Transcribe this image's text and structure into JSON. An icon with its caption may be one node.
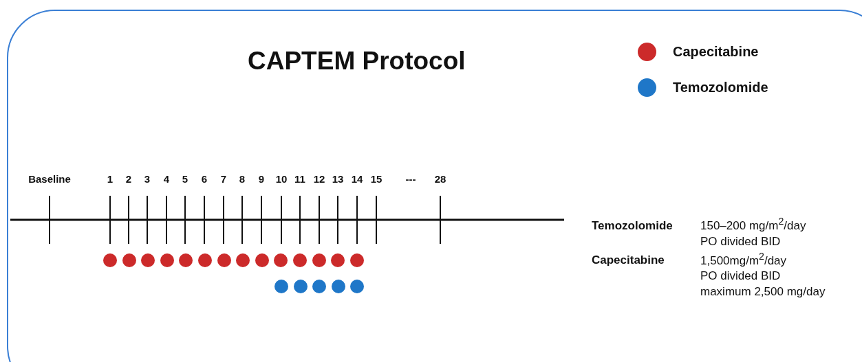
{
  "diagram": {
    "title": "CAPTEM Protocol",
    "nodes": [
      {
        "text": [],
        "shape": "circle"
      },
      {
        "text": [],
        "shape": "circle"
      },
      {
        "text": [],
        "shape": "circle"
      },
      {
        "text": [],
        "shape": "circle"
      },
      {
        "text": [],
        "shape": "circle"
      },
      {
        "text": [],
        "shape": "circle"
      },
      {
        "text": [],
        "shape": "circle"
      },
      {
        "text": [],
        "shape": "circle"
      },
      {
        "text": [],
        "shape": "circle"
      },
      {
        "text": [],
        "shape": "circle"
      },
      {
        "text": [],
        "shape": "circle"
      },
      {
        "text": [],
        "shape": "circle"
      },
      {
        "text": [],
        "shape": "circle"
      },
      {
        "text": [],
        "shape": "circle"
      },
      {
        "text": [],
        "shape": "circle"
      },
      {
        "text": [],
        "shape": "circle"
      },
      {
        "text": [],
        "shape": "circle"
      },
      {
        "text": [],
        "shape": "circle"
      },
      {
        "text": [],
        "shape": "circle"
      }
    ],
    "edges": [],
    "labels": [
      "Baseline",
      "1",
      "2",
      "3",
      "4",
      "5",
      "6",
      "7",
      "8",
      "9",
      "10",
      "11",
      "12",
      "13",
      "14",
      "15",
      "---",
      "28",
      "Temozolomide",
      "150–200 mg/m$^{2}$/day",
      "PO divided BID",
      "Capecitabine",
      "1,500mg/m$^{2}$/day",
      "PO divided BID",
      "maximum 2,500 mg/day"
    ],
    "legend": [
      {
        "text": "Capecitabine",
        "color": "#cc2a2a"
      },
      {
        "text": "Temozolomide",
        "color": "#1f77c8"
      }
    ]
  }
}
